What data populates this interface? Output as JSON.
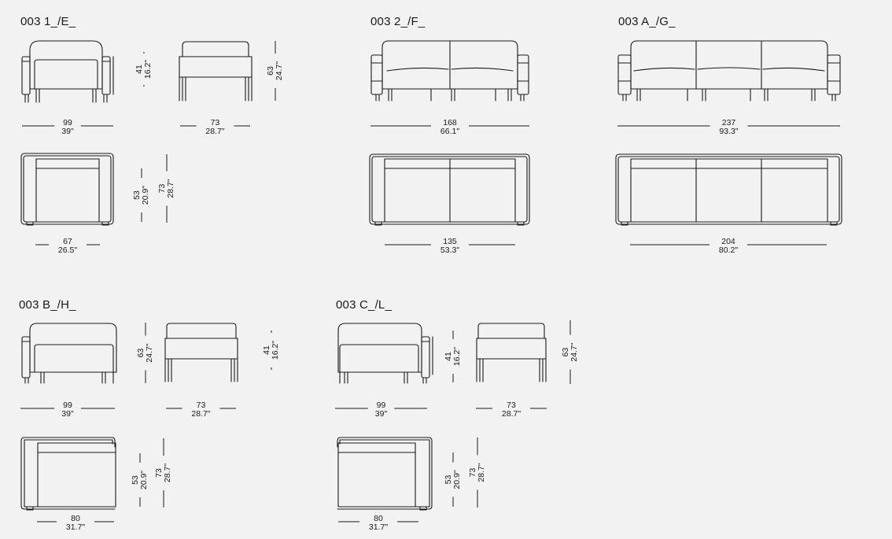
{
  "titles": {
    "t1": "003 1_/E_",
    "t2": "003 2_/F_",
    "tA": "003 A_/G_",
    "tB": "003 B_/H_",
    "tC": "003 C_/L_"
  },
  "dims": {
    "s1_front_w": [
      "99",
      "39\""
    ],
    "s1_seat_h": [
      "41",
      "16.2\""
    ],
    "s1_side_d": [
      "73",
      "28.7\""
    ],
    "s1_side_h": [
      "63",
      "24.7\""
    ],
    "s1_plan_w": [
      "67",
      "26.5\""
    ],
    "s1_plan_seat_d": [
      "53",
      "20.9\""
    ],
    "s1_plan_d": [
      "73",
      "28.7\""
    ],
    "s2_front_w": [
      "168",
      "66.1\""
    ],
    "s2_plan_w": [
      "135",
      "53.3\""
    ],
    "sA_front_w": [
      "237",
      "93.3\""
    ],
    "sA_plan_w": [
      "204",
      "80.2\""
    ],
    "sB_front_w": [
      "99",
      "39\""
    ],
    "sB_front_h": [
      "63",
      "24.7\""
    ],
    "sB_side_d": [
      "73",
      "28.7\""
    ],
    "sB_seat_h": [
      "41",
      "16.2\""
    ],
    "sB_plan_w": [
      "80",
      "31.7\""
    ],
    "sB_plan_seat_d": [
      "53",
      "20.9\""
    ],
    "sB_plan_d": [
      "73",
      "28.7\""
    ],
    "sC_front_w": [
      "99",
      "39\""
    ],
    "sC_seat_h": [
      "41",
      "16.2\""
    ],
    "sC_side_d": [
      "73",
      "28.7\""
    ],
    "sC_front_h": [
      "63",
      "24.7\""
    ],
    "sC_plan_w": [
      "80",
      "31.7\""
    ],
    "sC_plan_seat_d": [
      "53",
      "20.9\""
    ],
    "sC_plan_d": [
      "73",
      "28.7\""
    ]
  }
}
